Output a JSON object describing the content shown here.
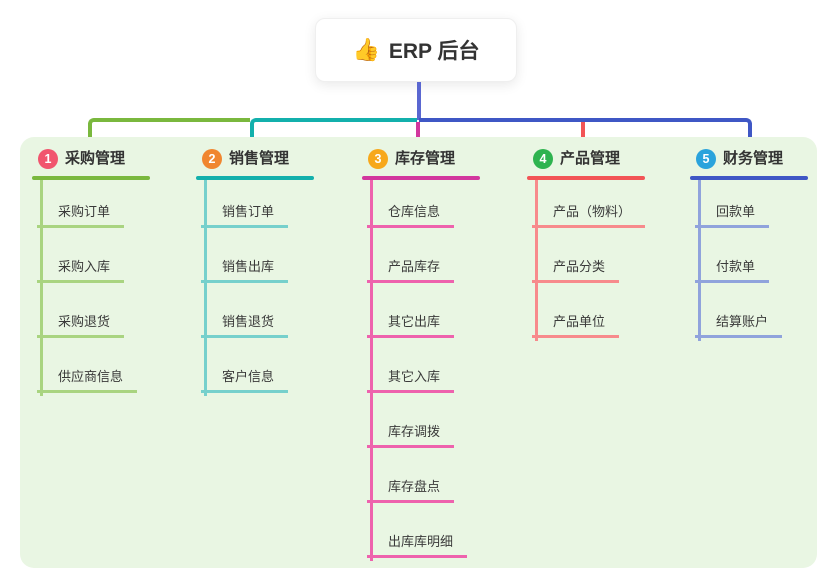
{
  "root": {
    "icon": "👍",
    "title": "ERP 后台"
  },
  "branches": [
    {
      "badge": "1",
      "title": "采购管理",
      "accent_color": "#7ab83e",
      "child_line_color": "#a9d480",
      "badge_color": "#f1556e",
      "items": [
        "采购订单",
        "采购入库",
        "采购退货",
        "供应商信息"
      ]
    },
    {
      "badge": "2",
      "title": "销售管理",
      "accent_color": "#13b0ac",
      "child_line_color": "#76d0cc",
      "badge_color": "#f0862f",
      "items": [
        "销售订单",
        "销售出库",
        "销售退货",
        "客户信息"
      ]
    },
    {
      "badge": "3",
      "title": "库存管理",
      "accent_color": "#d2379e",
      "child_line_color": "#ee62ad",
      "badge_color": "#f7a81b",
      "items": [
        "仓库信息",
        "产品库存",
        "其它出库",
        "其它入库",
        "库存调拨",
        "库存盘点",
        "出库库明细"
      ]
    },
    {
      "badge": "4",
      "title": "产品管理",
      "accent_color": "#f25456",
      "child_line_color": "#f78a8c",
      "badge_color": "#2eb34f",
      "items": [
        "产品（物料）",
        "产品分类",
        "产品单位"
      ]
    },
    {
      "badge": "5",
      "title": "财务管理",
      "accent_color": "#3f57c5",
      "child_line_color": "#90a3dc",
      "badge_color": "#2aa3dc",
      "items": [
        "回款单",
        "付款单",
        "结算账户"
      ]
    }
  ],
  "colors": {
    "canvas_bg": "#ffffff",
    "panel_bg": "#e9f6e3",
    "root_connector": "#5a67d1",
    "rail_green": "#7ab83e",
    "rail_teal": "#13b0ac",
    "rail_blue": "#3f57c5",
    "drop_magenta": "#d2379e",
    "drop_red": "#f25456"
  }
}
